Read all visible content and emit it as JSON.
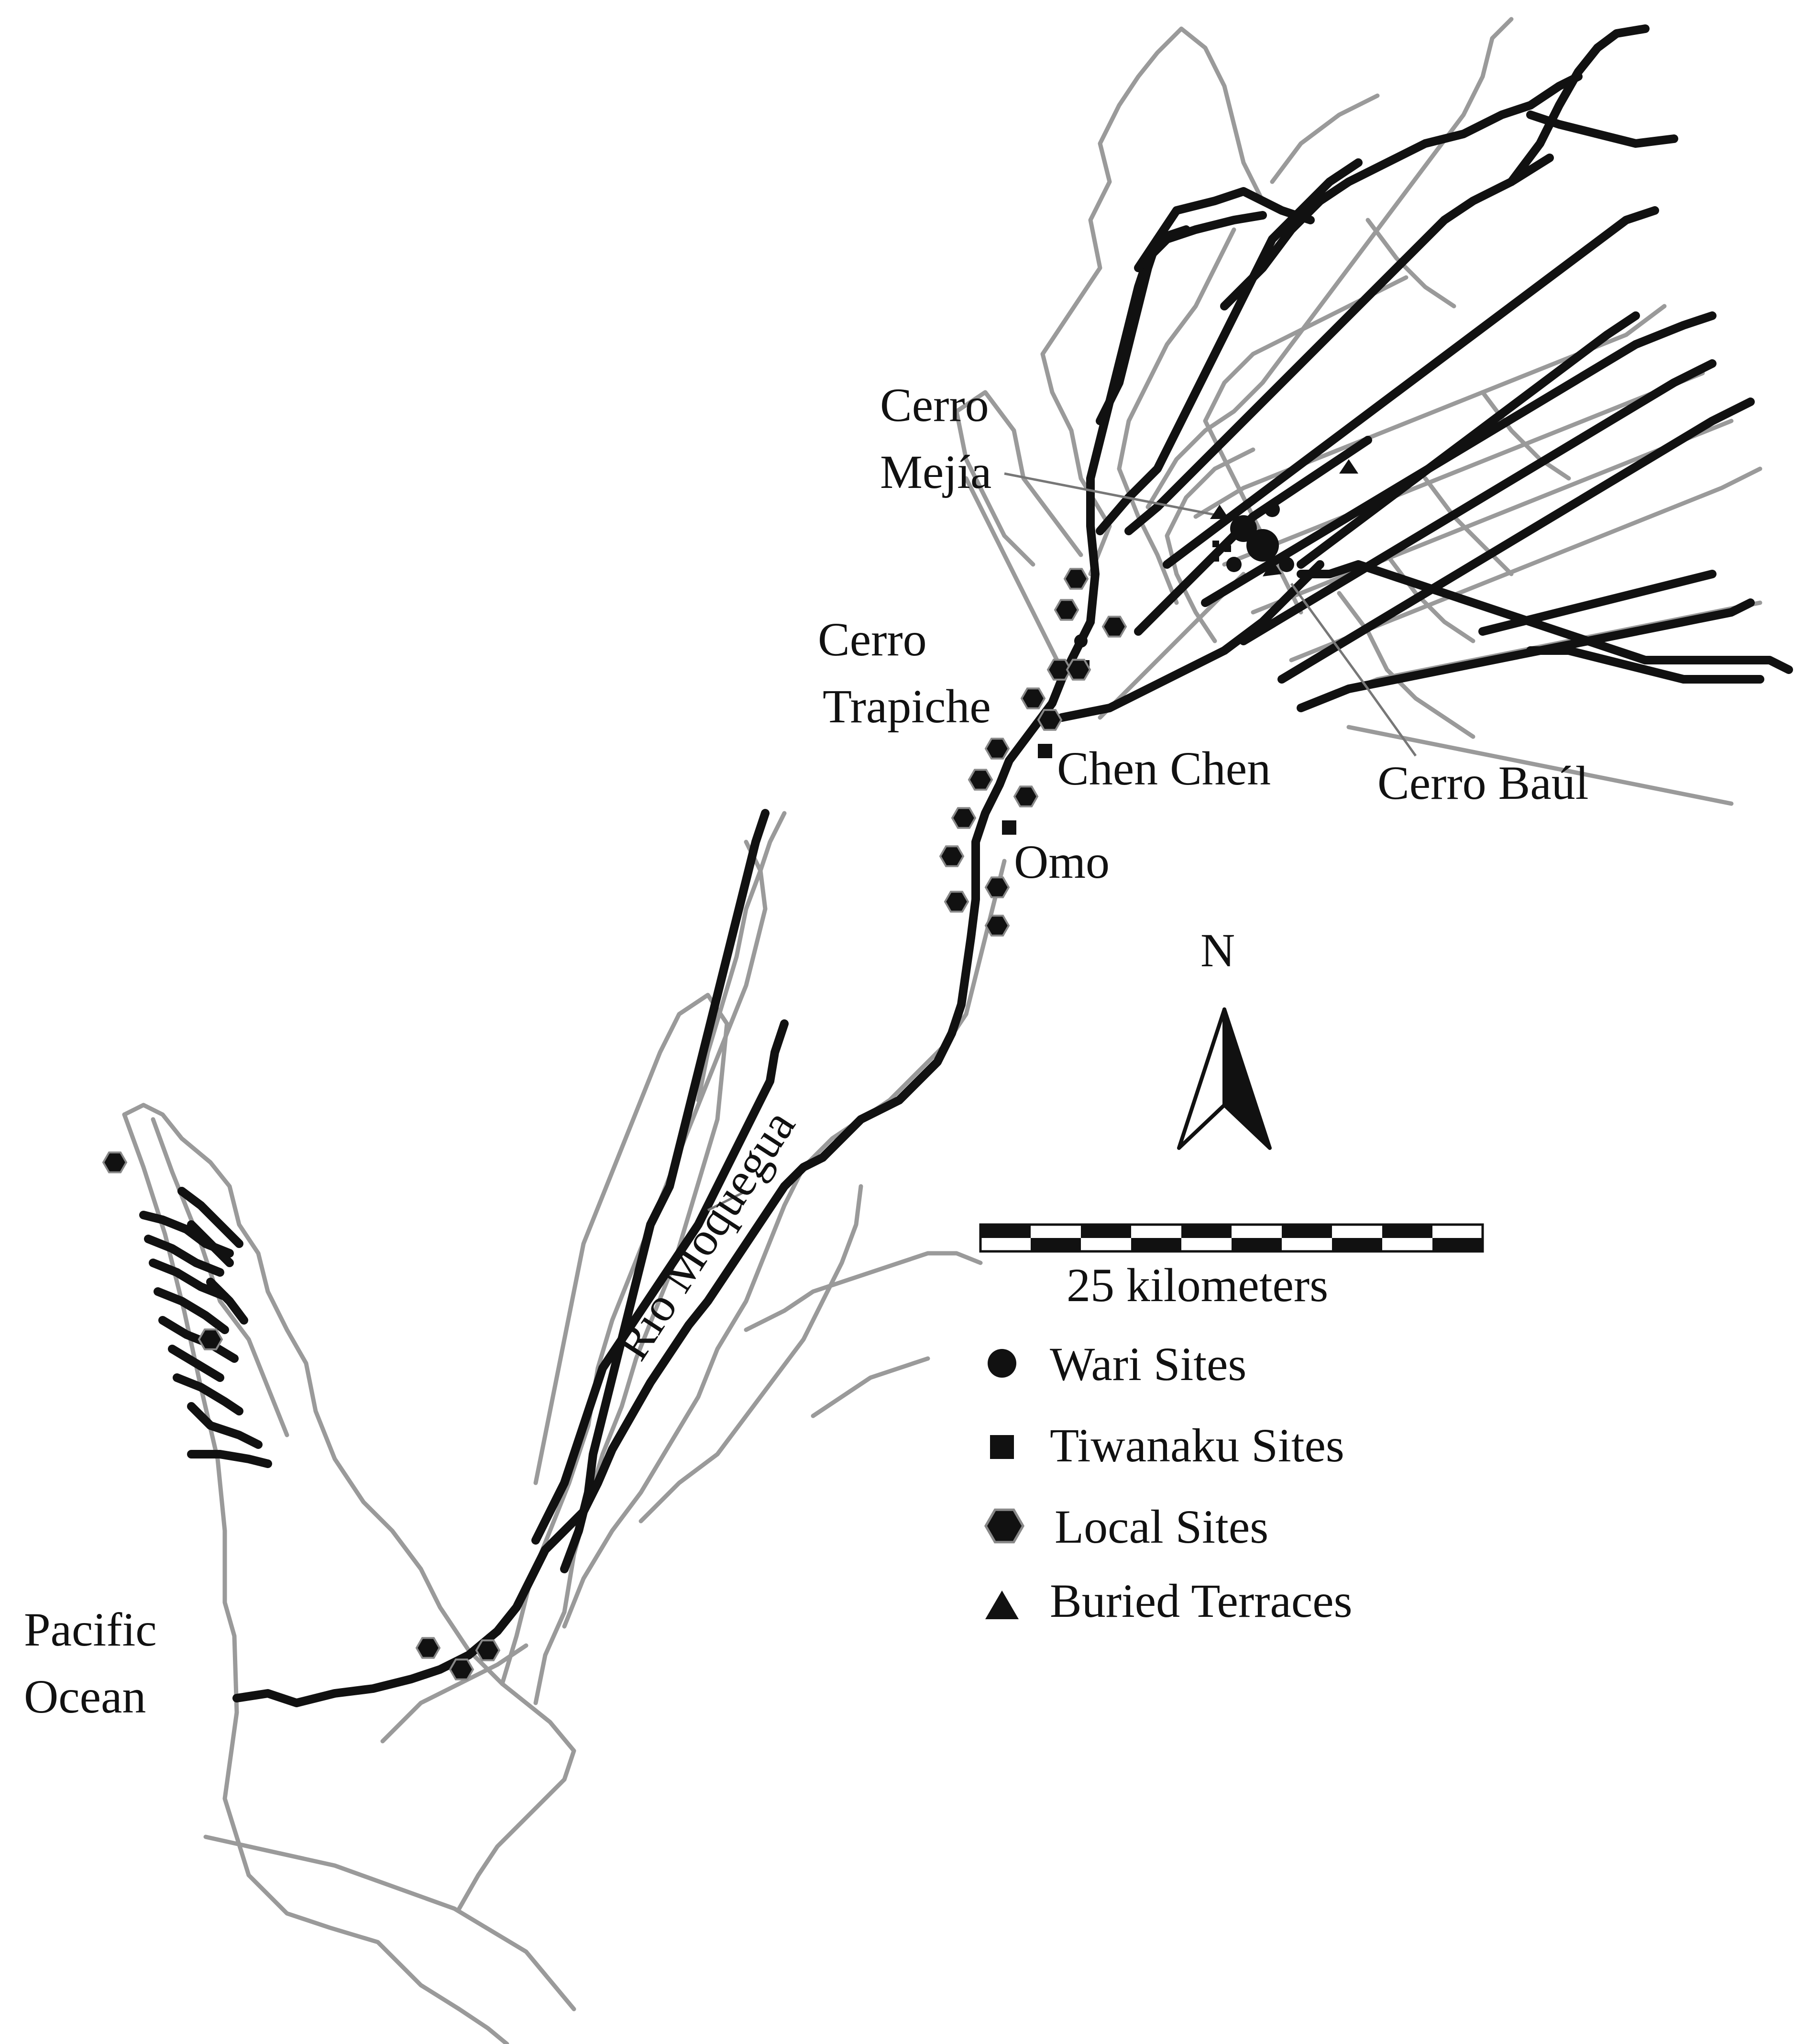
{
  "colors": {
    "river_main": "#111111",
    "drainage_gray": "#9a9a9a",
    "background": "#ffffff",
    "ink": "#111111"
  },
  "labels": {
    "cerro_mejia_line1": "Cerro",
    "cerro_mejia_line2": "Mejía",
    "cerro_trapiche_line1": "Cerro",
    "cerro_trapiche_line2": "Trapiche",
    "chen_chen": "Chen Chen",
    "cerro_baul": "Cerro Baúl",
    "omo": "Omo",
    "rio_moquegua": "Rio Moquegua",
    "pacific_line1": "Pacific",
    "pacific_line2": "Ocean"
  },
  "north_arrow": {
    "label": "N"
  },
  "scale_bar": {
    "label": "25 kilometers"
  },
  "legend": {
    "items": [
      {
        "symbol": "circle",
        "label": "Wari Sites"
      },
      {
        "symbol": "square",
        "label": "Tiwanaku Sites"
      },
      {
        "symbol": "hexagon",
        "label": "Local Sites"
      },
      {
        "symbol": "triangle",
        "label": "Buried Terraces"
      }
    ]
  }
}
